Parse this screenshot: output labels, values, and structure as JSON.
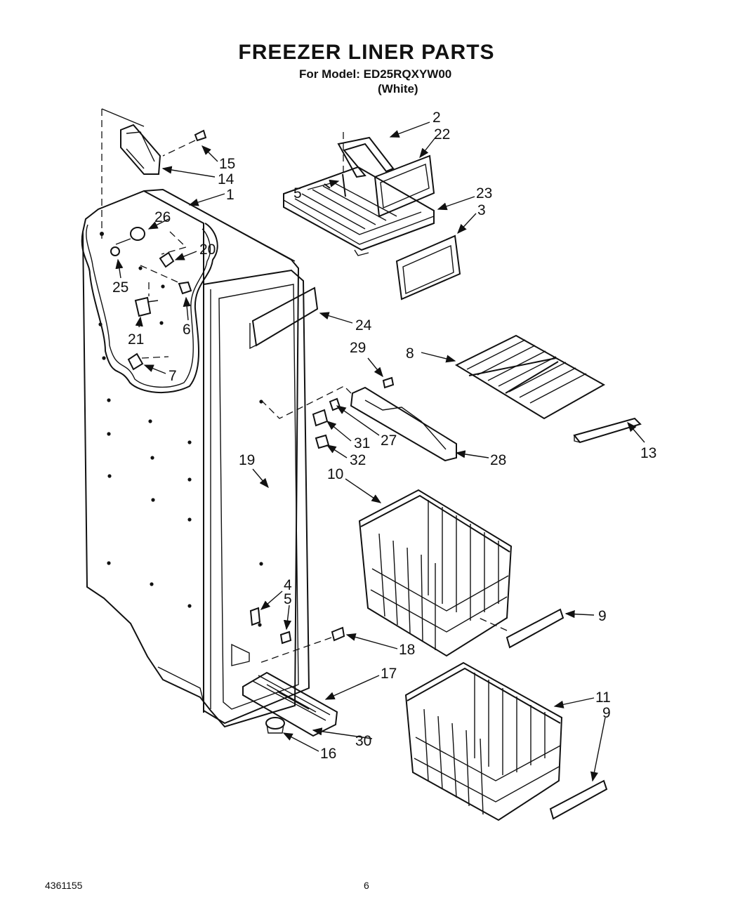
{
  "header": {
    "title": "FREEZER LINER PARTS",
    "model_line": "For Model: ED25RQXYW00",
    "color_line": "(White)"
  },
  "footer": {
    "doc_number": "4361155",
    "page_number": "6"
  },
  "callouts": {
    "c1": "1",
    "c2": "2",
    "c3": "3",
    "c4": "4",
    "c5a": "5",
    "c5b": "5",
    "c6": "6",
    "c7": "7",
    "c8": "8",
    "c9a": "9",
    "c9b": "9",
    "c10": "10",
    "c11": "11",
    "c13": "13",
    "c14": "14",
    "c15": "15",
    "c16": "16",
    "c17": "17",
    "c18": "18",
    "c19": "19",
    "c20": "20",
    "c21": "21",
    "c22": "22",
    "c23": "23",
    "c24": "24",
    "c25": "25",
    "c26": "26",
    "c27": "27",
    "c28": "28",
    "c29": "29",
    "c30": "30",
    "c31": "31",
    "c32": "32"
  }
}
